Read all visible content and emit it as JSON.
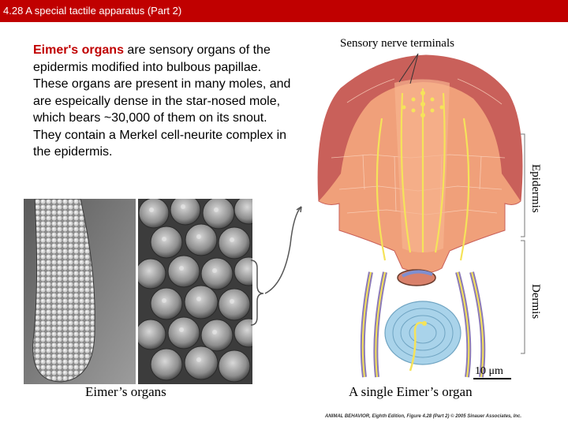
{
  "header": {
    "title": "4.28  A special tactile apparatus (Part 2)"
  },
  "body": {
    "term": "Eimer's organs",
    "text": " are sensory organs of the epidermis modified into bulbous papillae.  These organs are present in many moles, and are espeically dense in the star-nosed mole, which bears ~30,000 of them on its snout. They contain a Merkel cell-neurite complex in the epidermis."
  },
  "figure": {
    "left_caption": "Eimer’s organs",
    "right_caption": "A single Eimer’s organ",
    "label_nerve": "Sensory nerve terminals",
    "label_epidermis": "Epidermis",
    "label_dermis": "Dermis",
    "scale_bar": "10 μm",
    "credit": "ANIMAL BEHAVIOR, Eighth Edition, Figure 4.28 (Part 2)  © 2005 Sinauer Associates, Inc."
  },
  "colors": {
    "title_bar": "#c00000",
    "term": "#c00000",
    "epidermis_dark": "#c9605a",
    "epidermis_light": "#f0a07a",
    "nerve": "#f5e35a",
    "corpuscle": "#a9d3ea",
    "nerve_fiber": "#8d7bb7"
  }
}
